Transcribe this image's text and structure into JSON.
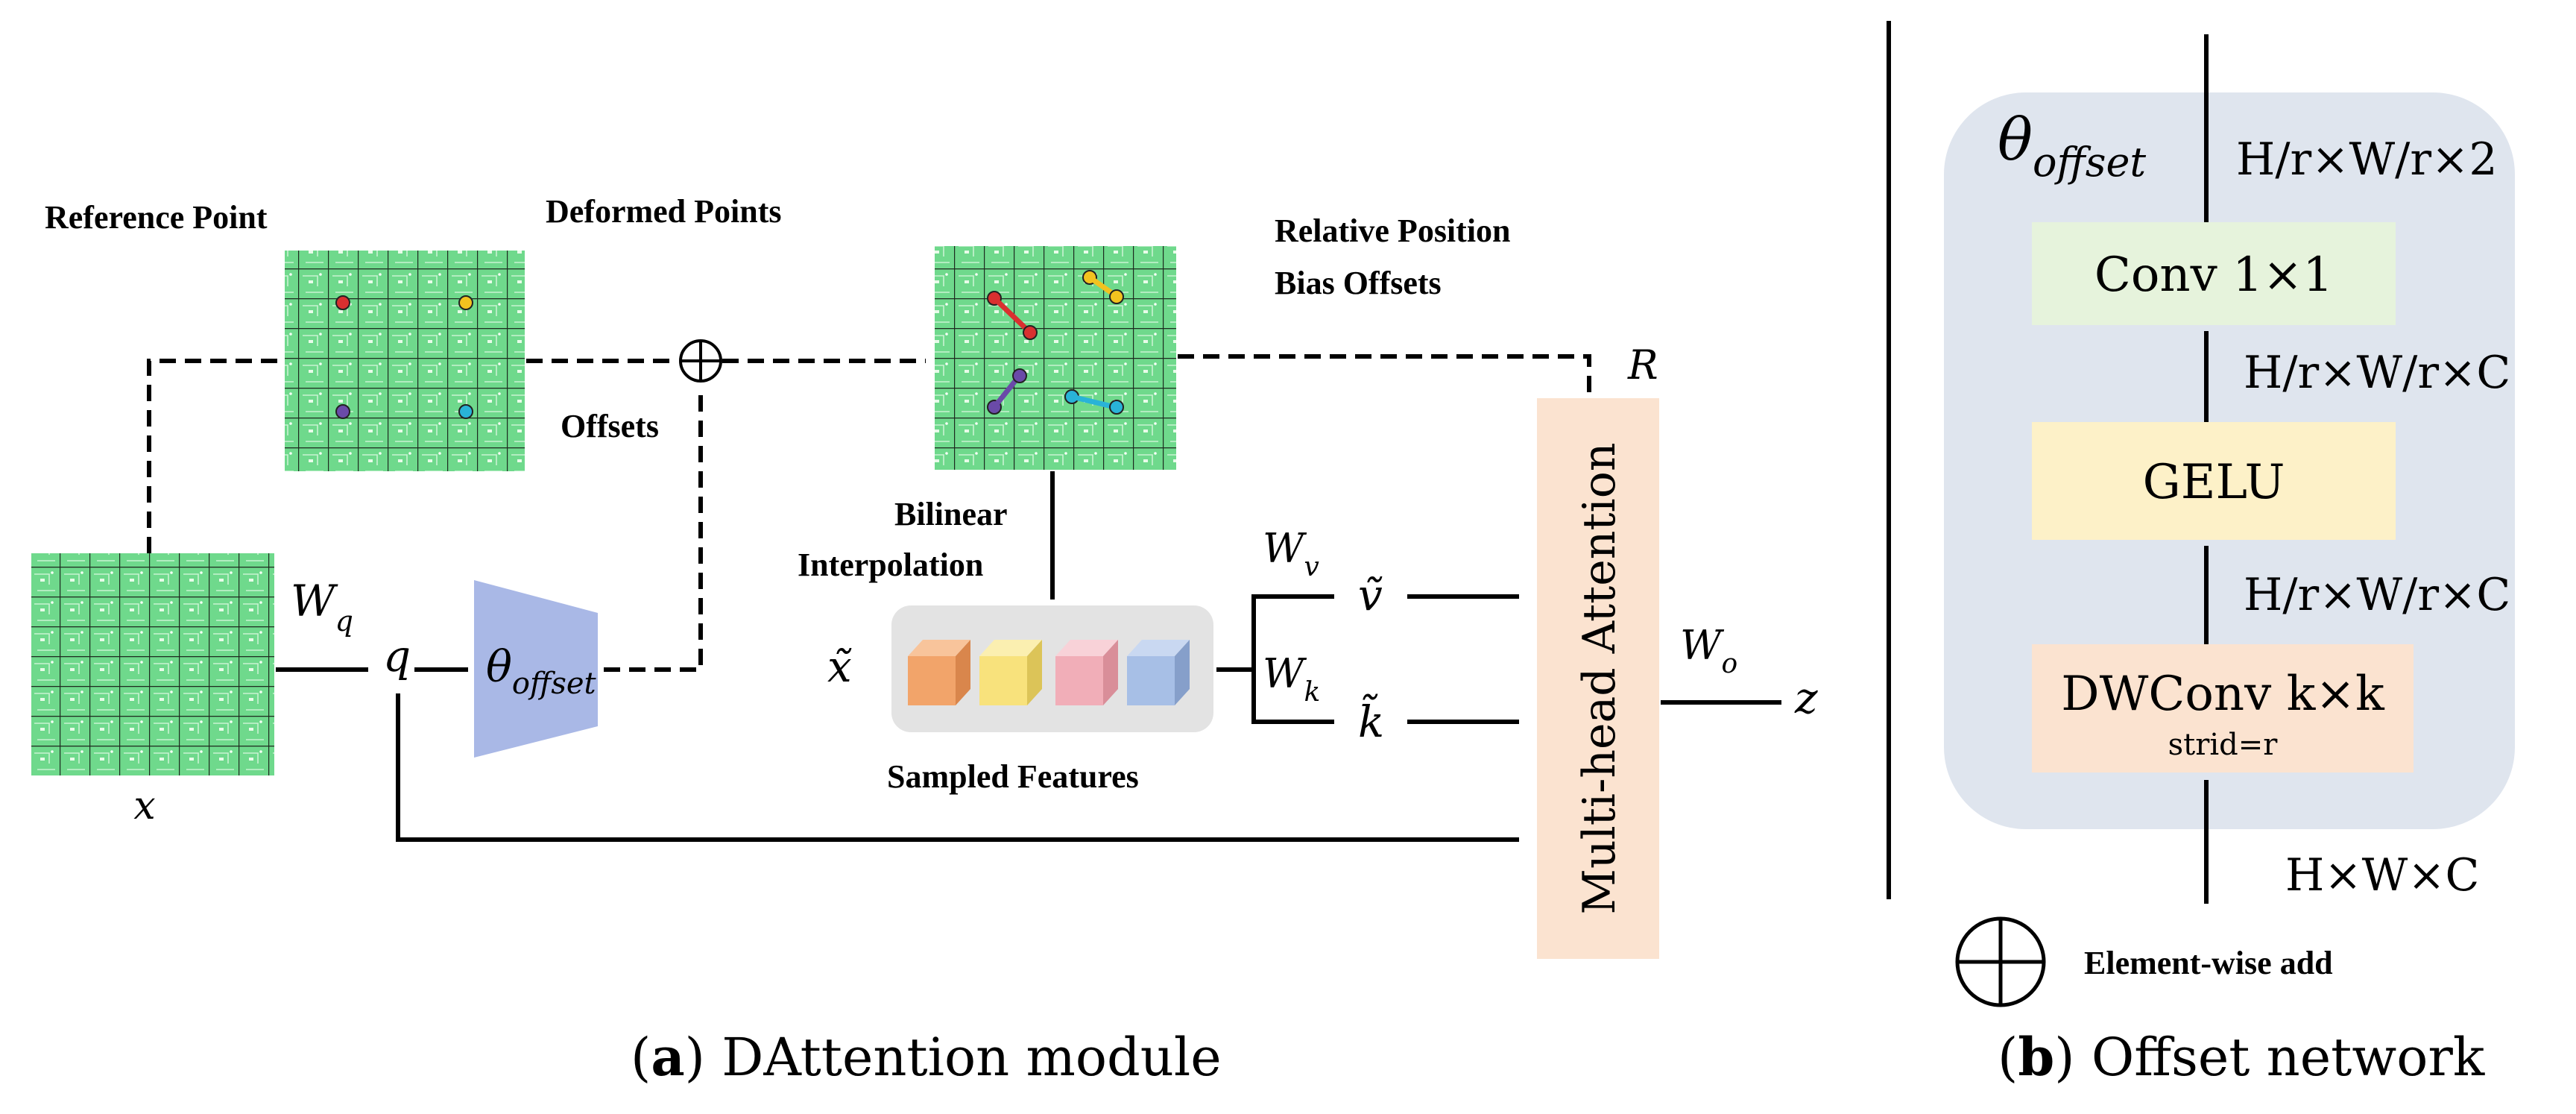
{
  "panel_a": {
    "reference_point_label": "Reference Point",
    "deformed_points_label": "Deformed Points",
    "relative_position_line1": "Relative Position",
    "relative_position_line2": "Bias Offsets",
    "offsets_label": "Offsets",
    "bilinear_line1": "Bilinear",
    "bilinear_line2": "Interpolation",
    "sampled_features_label": "Sampled Features",
    "x_label": "x",
    "x_tilde_label": "x̃",
    "q_label": "q",
    "theta_label": "θ",
    "theta_subscript": "offset",
    "wq_label": "W",
    "wq_sub": "q",
    "wv_label": "W",
    "wv_sub": "v",
    "wk_label": "W",
    "wk_sub": "k",
    "wo_label": "W",
    "wo_sub": "o",
    "v_tilde_label": "ṽ",
    "k_tilde_label": "k̃",
    "r_label": "R",
    "z_label": "z",
    "mha_label": "Multi-head Attention",
    "caption_letter": "a",
    "caption_text": "DAttention module"
  },
  "panel_b": {
    "theta_label": "θ",
    "theta_subscript": "offset",
    "out_dim": "H/r×W/r×2",
    "conv_label": "Conv 1×1",
    "dim_after_gelu": "H/r×W/r×C",
    "gelu_label": "GELU",
    "dim_after_dwconv": "H/r×W/r×C",
    "dwconv_label": "DWConv k×k",
    "dwconv_sub": "strid=r",
    "in_dim": "H×W×C",
    "legend_add": "Element-wise add",
    "caption_letter": "b",
    "caption_text": "Offset network"
  },
  "colors": {
    "pcb_green": "#6fd98c",
    "mha_fill": "#fbe3d0",
    "panel_bg": "#dfe5ee",
    "conv_fill": "#e6f3dc",
    "gelu_fill": "#fdf1c8",
    "dwconv_fill": "#fbe3d0",
    "offset_net_fill": "#a9b8e6",
    "cube_orange": "#f2a46a",
    "cube_yellow": "#f8e27c",
    "cube_pink": "#f1aeb8",
    "cube_blue": "#a7bfe6"
  }
}
